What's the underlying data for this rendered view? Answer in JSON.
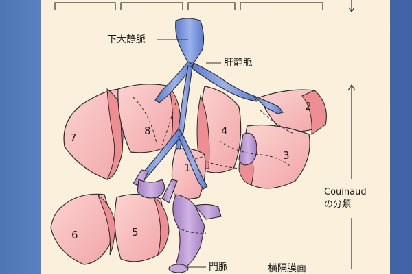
{
  "labels": {
    "ivc": "下大静脈",
    "hepatic_vein": "肝静脈",
    "couinaud_line1": "Couinaud",
    "couinaud_line2": "の分類",
    "portal_vein": "門脈",
    "diaphragm_surface": "横隔膜面"
  },
  "segments": [
    "1",
    "2",
    "3",
    "4",
    "5",
    "6",
    "7",
    "8"
  ],
  "colors": {
    "background_side": "#4f76b4",
    "panel": "#fbf0dc",
    "segment_fill": "#f6b7b7",
    "segment_cut": "#ee8e93",
    "vein_blue": "#6f8fd8",
    "portal_purple": "#b790cf",
    "outline": "#2a2a2a"
  }
}
